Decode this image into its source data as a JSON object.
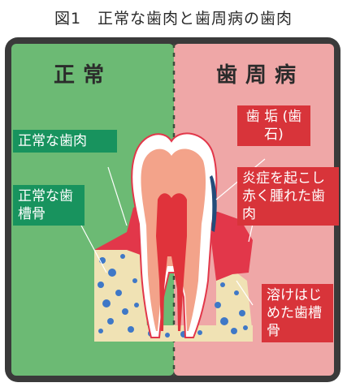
{
  "title": "図1　正常な歯肉と歯周病の歯肉",
  "headings": {
    "normal": "正常",
    "periodontal": "歯周病"
  },
  "labels": {
    "normal_gum": "正常な歯肉",
    "normal_bone": "正常な歯槽骨",
    "plaque": "歯 垢 (歯石)",
    "inflamed_gum": "炎症を起こし赤く腫れた歯肉",
    "melting_bone": "溶けはじめた歯槽骨"
  },
  "colors": {
    "normal_bg": "#6cba74",
    "periodontal_bg": "#efa7a7",
    "gum": "#e2374a",
    "tooth": "#ffffff",
    "dentin": "#f3a38a",
    "pulp": "#e0333b",
    "bone": "#f0e2b4",
    "bone_cells": "#3f78c7",
    "plaque": "#234d7a",
    "green_tag": "#18935e",
    "red_tag": "#d8343a"
  }
}
